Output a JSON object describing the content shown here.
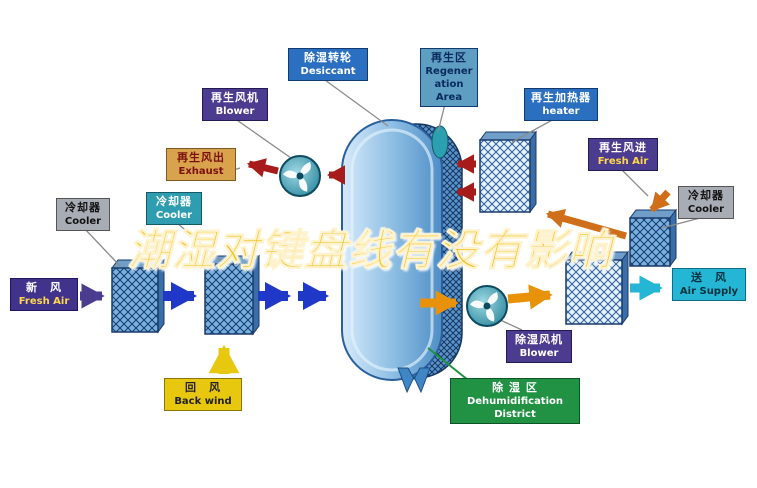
{
  "watermark": "潮湿对键盘线有没有影响",
  "palette": {
    "arrow_red": "#a81b1b",
    "arrow_orange": "#e8920a",
    "arrow_brown_orange": "#cf6f1a",
    "arrow_blue": "#2038c8",
    "arrow_purple": "#4b3c8f",
    "arrow_yellow": "#e8c80e",
    "arrow_cyan": "#25b5d5",
    "wheel_blue": "#5a94cc",
    "watermark_yellow": "#f2c01a"
  },
  "labels": {
    "desiccant": {
      "zh": "除湿转轮",
      "en": "Desiccant"
    },
    "regen_area": {
      "zh": "再生区",
      "en": "Regeneration Area"
    },
    "regen_blower": {
      "zh": "再生风机",
      "en": "Blower"
    },
    "regen_heater": {
      "zh": "再生加热器",
      "en": "heater"
    },
    "exhaust": {
      "zh": "再生风出",
      "en": "Exhaust"
    },
    "regen_fresh_air": {
      "zh": "再生风进",
      "en": "Fresh Air"
    },
    "cooler_left": {
      "zh": "冷却器",
      "en": "Cooler"
    },
    "cooler_mid": {
      "zh": "冷却器",
      "en": "Cooler"
    },
    "cooler_right": {
      "zh": "冷却器",
      "en": "Cooler"
    },
    "fresh_air": {
      "zh": "新　风",
      "en": "Fresh Air"
    },
    "air_supply": {
      "zh": "送　风",
      "en": "Air Supply"
    },
    "back_wind": {
      "zh": "回　风",
      "en": "Back wind"
    },
    "dehumid_blower": {
      "zh": "除湿风机",
      "en": "Blower"
    },
    "dehumid_district": {
      "zh": "除 湿 区",
      "en": "Dehumidification District"
    }
  }
}
